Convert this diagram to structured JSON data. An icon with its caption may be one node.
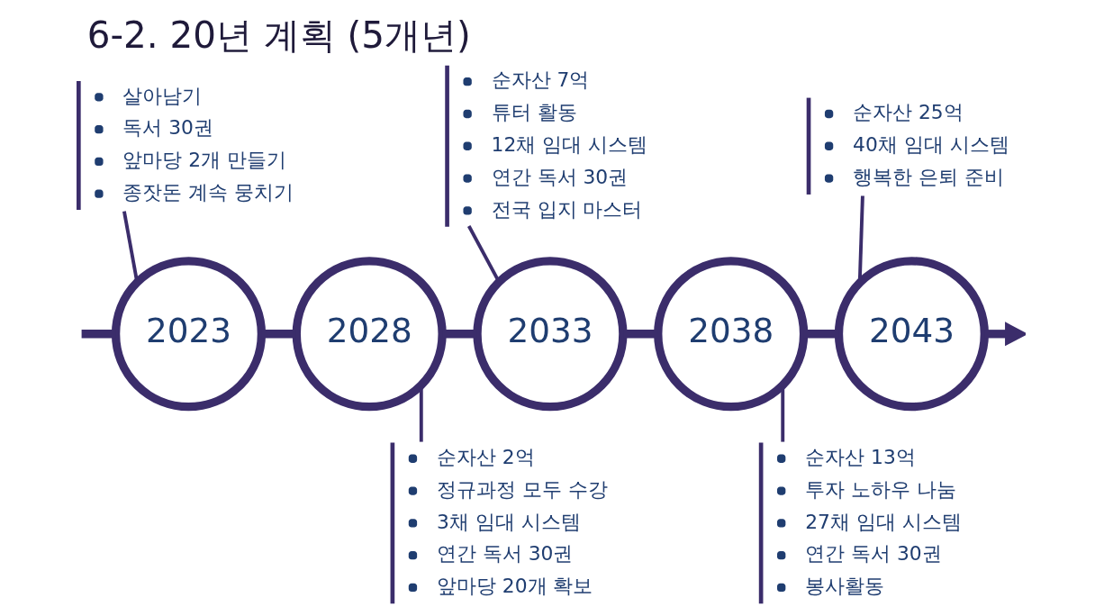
{
  "diagram": {
    "title": "6-2. 20년 계획 (5개년)",
    "nodes": [
      {
        "text": [
          "2023"
        ]
      },
      {
        "text": [
          "2028"
        ]
      },
      {
        "text": [
          "2033"
        ]
      },
      {
        "text": [
          "2038"
        ]
      },
      {
        "text": [
          "2043"
        ]
      },
      {
        "text": [
          "살아남기",
          "독서 30권",
          "앞마당 2개 만들기",
          "종잣돈 계속 뭉치기"
        ]
      },
      {
        "text": [
          "순자산 2억",
          "정규과정 모두 수강",
          "3채 임대 시스템",
          "연간 독서 30권",
          "앞마당 20개 확보"
        ]
      },
      {
        "text": [
          "순자산 7억",
          "튜터 활동",
          "12채 임대 시스템",
          "연간 독서 30권",
          "전국 입지 마스터"
        ]
      },
      {
        "text": [
          "순자산 13억",
          "투자 노하우 나눔",
          "27채 임대 시스템",
          "연간 독서 30권",
          "봉사활동"
        ]
      },
      {
        "text": [
          "순자산 25억",
          "40채 임대 시스템",
          "행복한 은퇴 준비"
        ]
      }
    ],
    "edges": [
      {
        "from": null,
        "to": 0,
        "arrow": "none"
      },
      {
        "from": 0,
        "to": 1,
        "arrow": "none"
      },
      {
        "from": 1,
        "to": 2,
        "arrow": "none"
      },
      {
        "from": 2,
        "to": 3,
        "arrow": "none"
      },
      {
        "from": 3,
        "to": 4,
        "arrow": "none"
      },
      {
        "from": 4,
        "to": null,
        "arrow": "to"
      },
      {
        "from": 0,
        "to": 5,
        "arrow": "none"
      },
      {
        "from": 1,
        "to": 6,
        "arrow": "none"
      },
      {
        "from": 2,
        "to": 7,
        "arrow": "none"
      },
      {
        "from": 3,
        "to": 8,
        "arrow": "none"
      },
      {
        "from": 4,
        "to": 9,
        "arrow": "none"
      }
    ]
  }
}
